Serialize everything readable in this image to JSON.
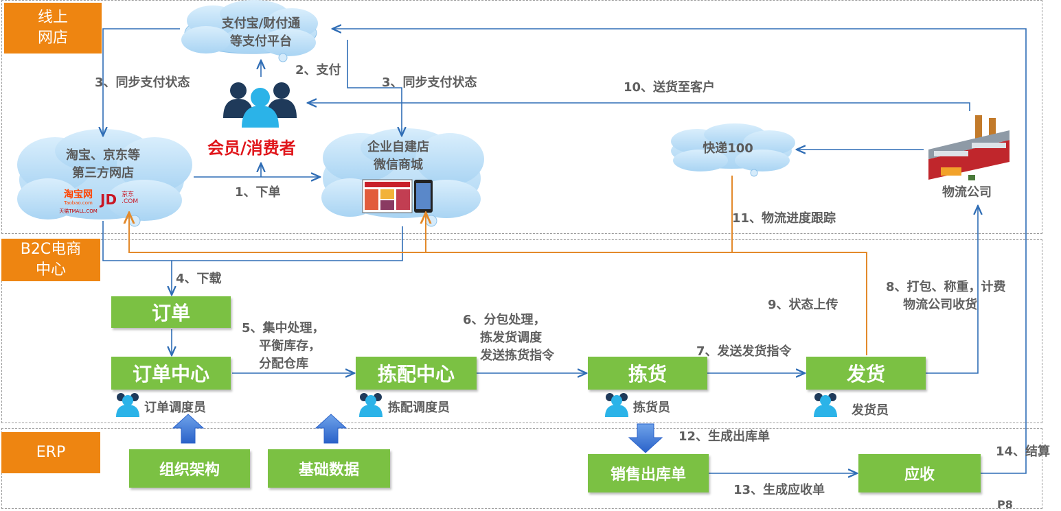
{
  "zones": {
    "online": "线上\n网店",
    "b2c": "B2C电商\n中心",
    "erp": "ERP"
  },
  "clouds": {
    "payment": "支付宝/财付通\n等支付平台",
    "third_party": "淘宝、京东等\n第三方网店",
    "own_store": "企业自建店\n微信商城",
    "express": "快递100"
  },
  "logos": {
    "taobao": "淘宝网",
    "taobao_url": "Taobao.com",
    "tmall": "天猫TMALL.COM",
    "jd": "JD",
    "jd_cn": "京东",
    "jd_com": ".COM"
  },
  "consumer_label": "会员/消费者",
  "logistics_label": "物流公司",
  "boxes": {
    "order": "订单",
    "order_center": "订单中心",
    "picking_center": "拣配中心",
    "pick": "拣货",
    "ship": "发货",
    "org": "组织架构",
    "base_data": "基础数据",
    "sales_out": "销售出库单",
    "receivable": "应收"
  },
  "roles": {
    "order_dispatcher": "订单调度员",
    "picking_dispatcher": "拣配调度员",
    "picker": "拣货员",
    "shipper": "发货员"
  },
  "steps": {
    "s1": "1、下单",
    "s2": "2、支付",
    "s3a": "3、同步支付状态",
    "s3b": "3、同步支付状态",
    "s4": "4、下载",
    "s5": "5、集中处理，\n    平衡库存，\n    分配仓库",
    "s6": "6、分包处理，\n    拣发货调度\n    发送拣货指令",
    "s7": "7、发送发货指令",
    "s8": "8、打包、称重，计费\n    物流公司收货",
    "s9": "9、状态上传",
    "s10": "10、送货至客户",
    "s11": "11、物流进度跟踪",
    "s12": "12、生成出库单",
    "s13": "13、生成应收单",
    "s14": "14、结算"
  },
  "page_number": "P8",
  "colors": {
    "zone_tag": "#ee8511",
    "box": "#7bc143",
    "flow_line": "#2f6db5",
    "logistics_line": "#e38a2b",
    "cloud": "#bfe0f7",
    "consumer_text": "#e0161b"
  }
}
